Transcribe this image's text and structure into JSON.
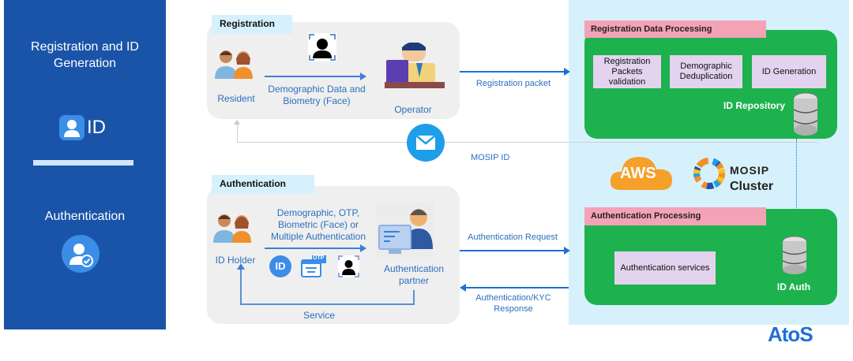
{
  "sidebar": {
    "section1_title": "Registration and ID Generation",
    "id_badge_text": "ID",
    "section2_title": "Authentication"
  },
  "registration": {
    "tag": "Registration",
    "resident_label": "Resident",
    "flow_label": "Demographic Data and Biometry (Face)",
    "operator_label": "Operator"
  },
  "authentication": {
    "tag": "Authentication",
    "holder_label": "ID Holder",
    "flow_label": "Demographic, OTP, Biometric (Face) or Multiple Authentication",
    "partner_label": "Authentication partner",
    "service_label": "Service",
    "otp_text": "OTP",
    "id_icon_text": "ID"
  },
  "arrows": {
    "registration_packet": "Registration packet",
    "mosip_id": "MOSIP ID",
    "auth_request": "Authentication Request",
    "auth_response": "Authentication/KYC Response"
  },
  "reg_processing": {
    "tag": "Registration Data Processing",
    "boxes": [
      "Registration Packets validation",
      "Demographic Deduplication",
      "ID Generation"
    ],
    "repository_label": "ID Repository"
  },
  "cluster": {
    "aws_text": "AWS",
    "mosip_text": "MOSIP",
    "cluster_text": "Cluster"
  },
  "auth_processing": {
    "tag": "Authentication Processing",
    "service_box": "Authentication services",
    "db_label": "ID Auth"
  },
  "brand": {
    "logo_text": "AtoS"
  },
  "colors": {
    "sidebar": "#1a54a8",
    "cloud": "#d6f1fc",
    "green": "#1db24e",
    "pink": "#f4a2b6",
    "lavender": "#e3d3ee",
    "arrow": "#1f6fd8"
  }
}
